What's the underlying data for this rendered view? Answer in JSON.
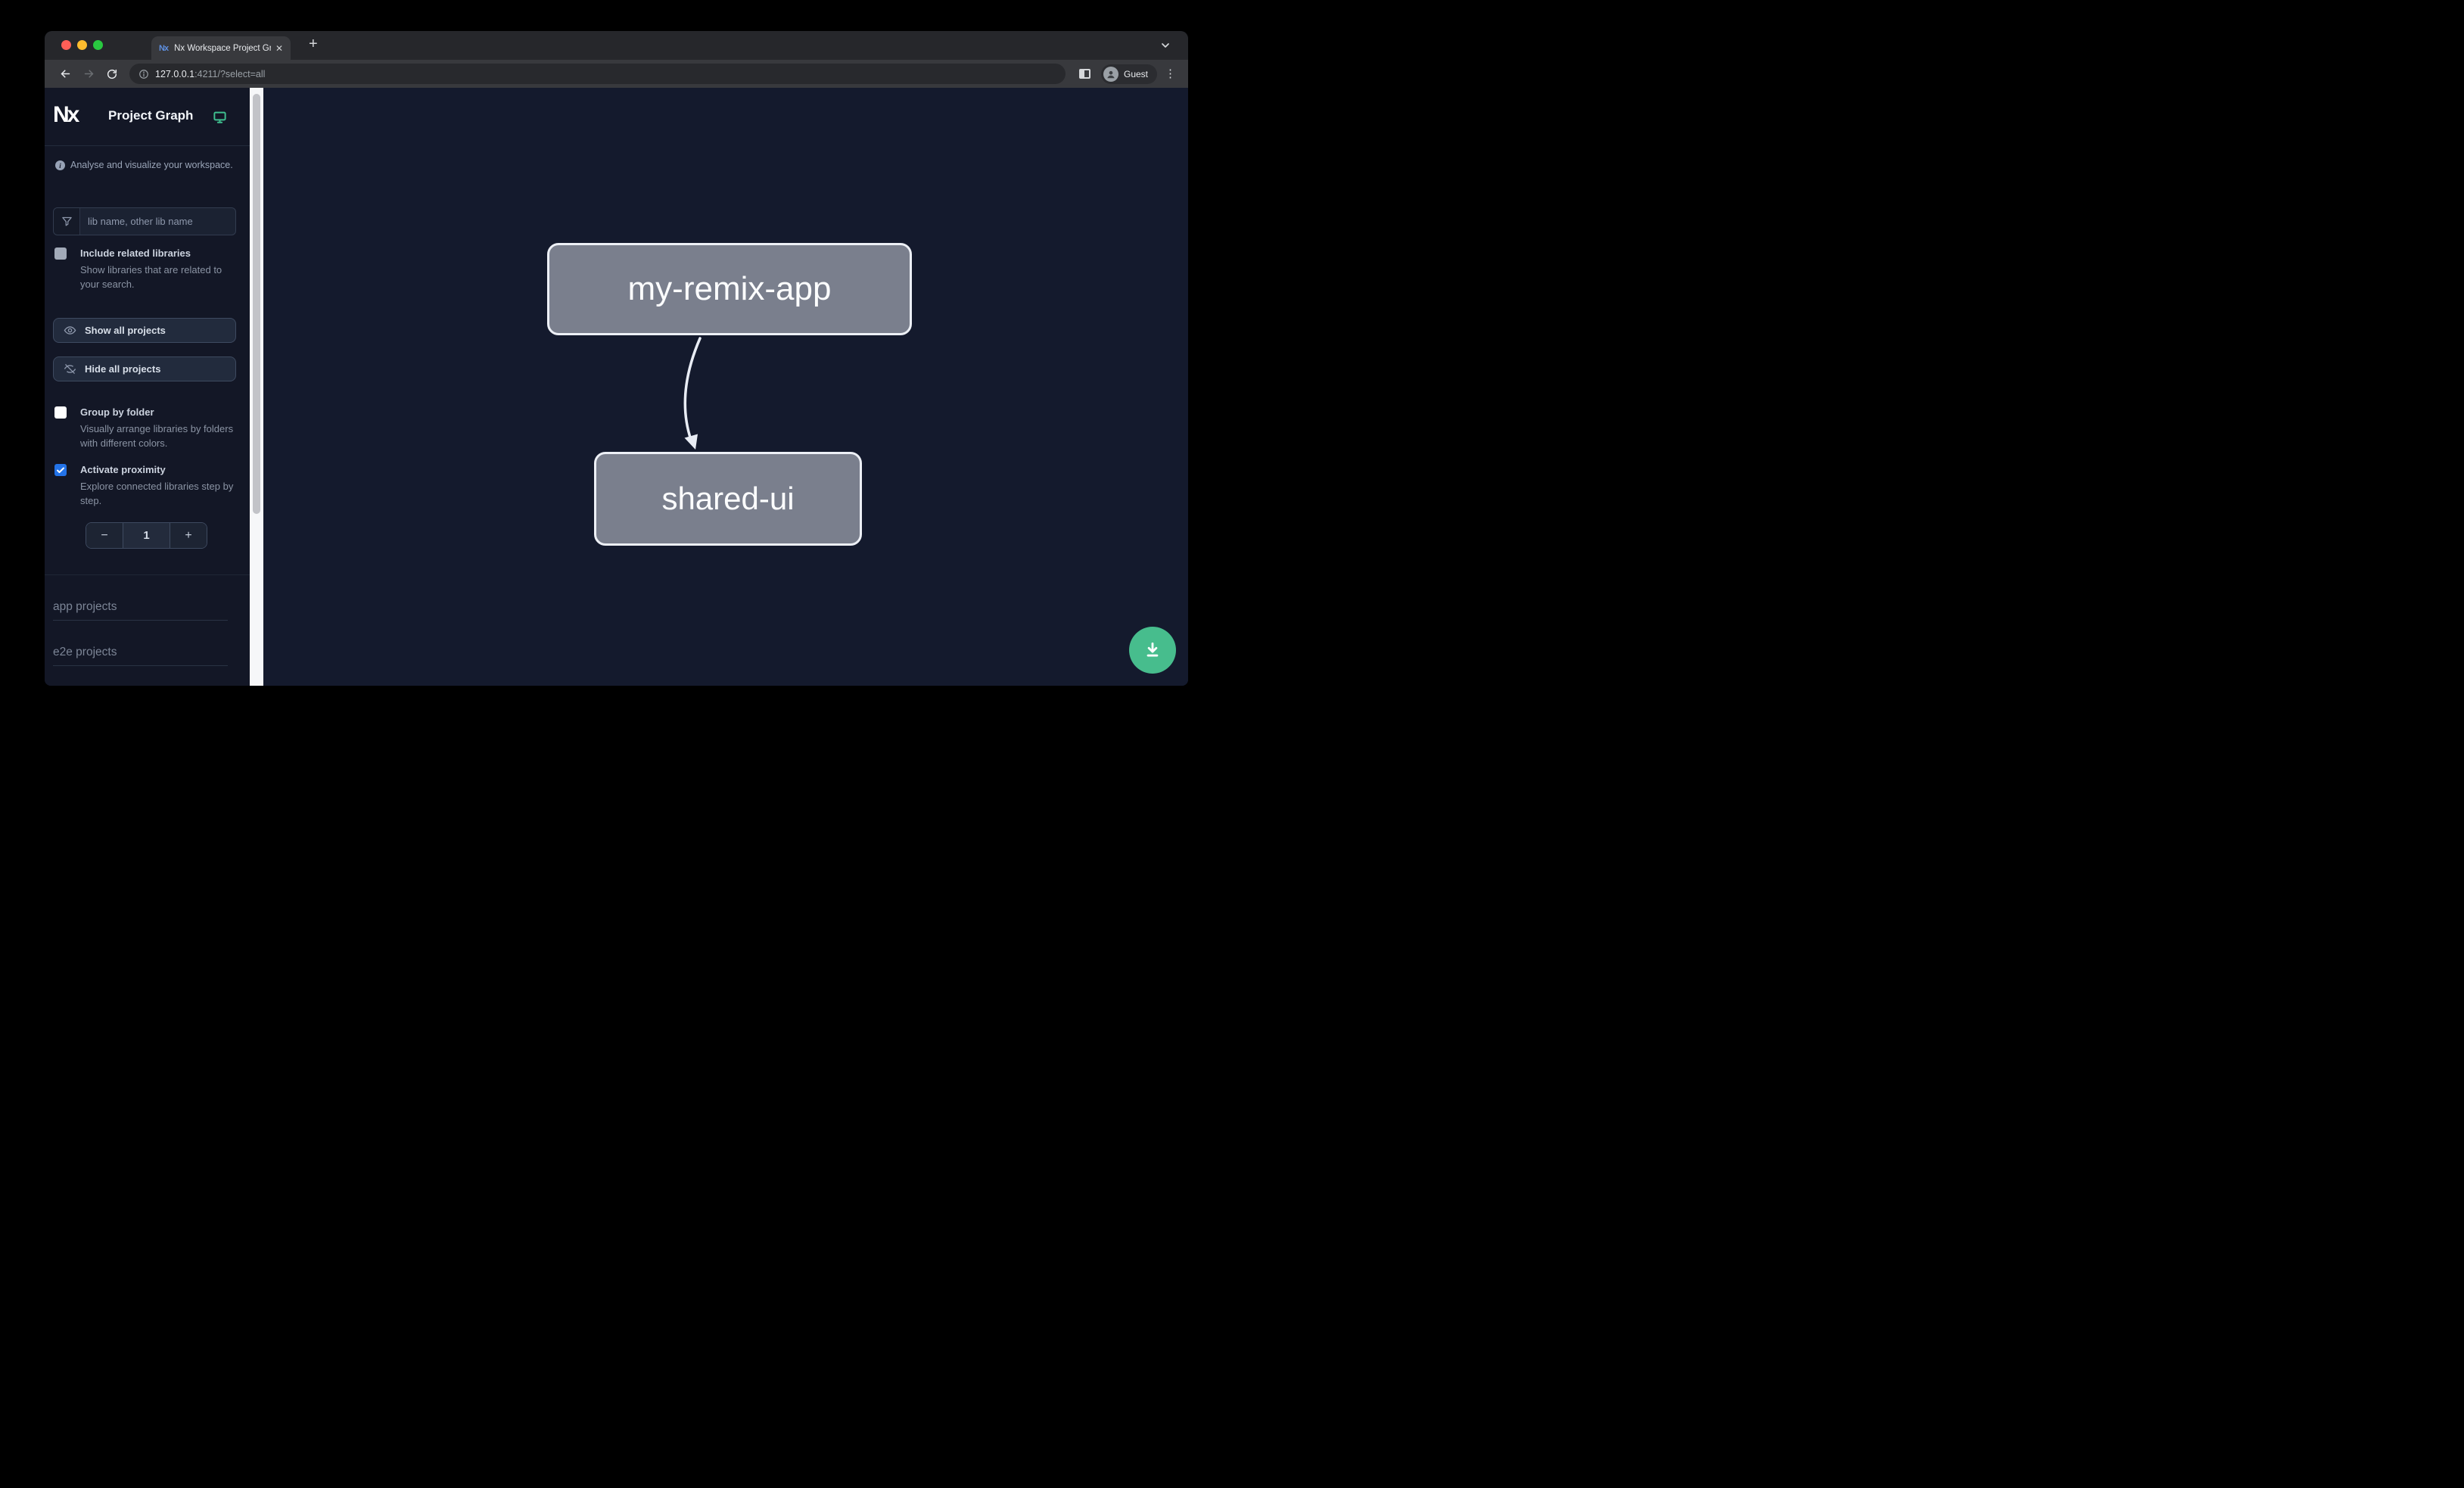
{
  "window": {
    "tab": {
      "title": "Nx Workspace Project Graph",
      "favicon_glyph": "Nx",
      "close_glyph": "✕",
      "new_tab_glyph": "+"
    },
    "toolbar": {
      "url_host": "127.0.0.1",
      "url_rest": ":4211/?select=all",
      "profile_label": "Guest",
      "menu_glyph": "⋮"
    }
  },
  "sidebar": {
    "brand": "Nx",
    "app_title": "Project Graph",
    "info_glyph": "i",
    "tagline": "Analyse and visualize your workspace.",
    "search": {
      "placeholder": "lib name, other lib name",
      "value": ""
    },
    "options": [
      {
        "label": "Include related libraries",
        "description": "Show libraries that are related to your search.",
        "checked": false
      },
      {
        "label": "Group by folder",
        "description": "Visually arrange libraries by folders with different colors.",
        "checked": false
      },
      {
        "label": "Activate proximity",
        "description": "Explore connected libraries step by step.",
        "checked": true
      }
    ],
    "actions": [
      {
        "label": "Show all projects",
        "icon": "eye-icon"
      },
      {
        "label": "Hide all projects",
        "icon": "eye-off-icon"
      }
    ],
    "stepper": {
      "decrement_glyph": "−",
      "value": "1",
      "increment_glyph": "+"
    },
    "sections": [
      {
        "label": "app projects"
      },
      {
        "label": "e2e projects"
      }
    ]
  },
  "graph": {
    "nodes": [
      {
        "label": "my-remix-app"
      },
      {
        "label": "shared-ui"
      }
    ],
    "edges": [
      {
        "from": "my-remix-app",
        "to": "shared-ui"
      }
    ]
  },
  "colors": {
    "accent_green": "#47bd8d",
    "checkbox_blue": "#2373e8",
    "node_fill": "#7a7f8d",
    "node_border": "#edf0f6",
    "sidebar_bg": "#131726",
    "canvas_bg": "#141a2d",
    "chrome_tabstrip": "#26272b",
    "chrome_toolbar": "#38393d"
  }
}
